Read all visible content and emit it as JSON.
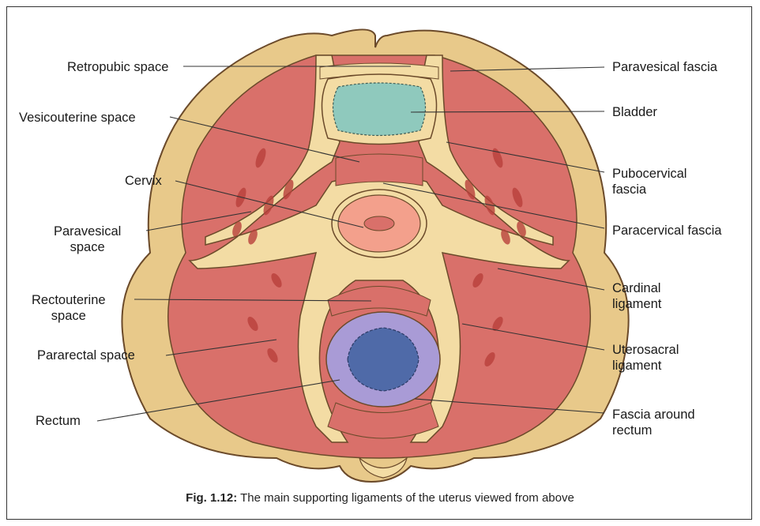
{
  "labels": {
    "retropubic_space": "Retropubic space",
    "vesicouterine_space": "Vesicouterine space",
    "cervix": "Cervix",
    "paravesical_space": "Paravesical\nspace",
    "rectouterine_space": "Rectouterine\nspace",
    "pararectal_space": "Pararectal space",
    "rectum": "Rectum",
    "paravesical_fascia": "Paravesical fascia",
    "bladder": "Bladder",
    "pubocervical_fascia": "Pubocervical\nfascia",
    "paracervical_fascia": "Paracervical fascia",
    "cardinal_ligament": "Cardinal\nligament",
    "uterosacral_ligament": "Uterosacral\nligament",
    "fascia_around_rectum": "Fascia around\nrectum"
  },
  "caption": {
    "fig_number": "Fig. 1.12:",
    "text": " The main supporting ligaments of the uterus viewed from above"
  },
  "colors": {
    "muscle": "#d9706a",
    "fascia": "#f3dca4",
    "bone": "#e8c98a",
    "bladder": "#8fc9bd",
    "cervix": "#f3a08c",
    "rectum_outer": "#a99bd6",
    "rectum_inner": "#4f6aa8",
    "outline": "#6b4a2a"
  }
}
